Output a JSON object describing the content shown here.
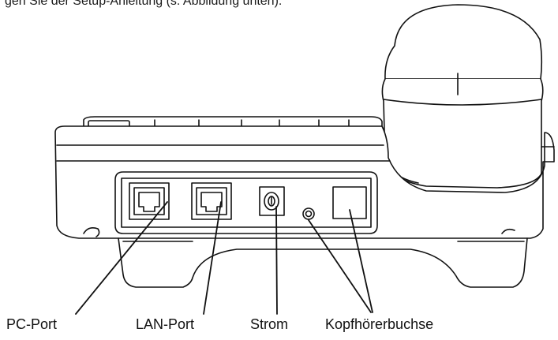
{
  "caption": "gen Sie der Setup-Anleitung (s. Abbildung unten).",
  "labels": {
    "pc_port": "PC-Port",
    "lan_port": "LAN-Port",
    "power": "Strom",
    "headset": "Kopfhörerbuchse"
  },
  "colors": {
    "outline": "#111111",
    "fill": "#ffffff"
  }
}
